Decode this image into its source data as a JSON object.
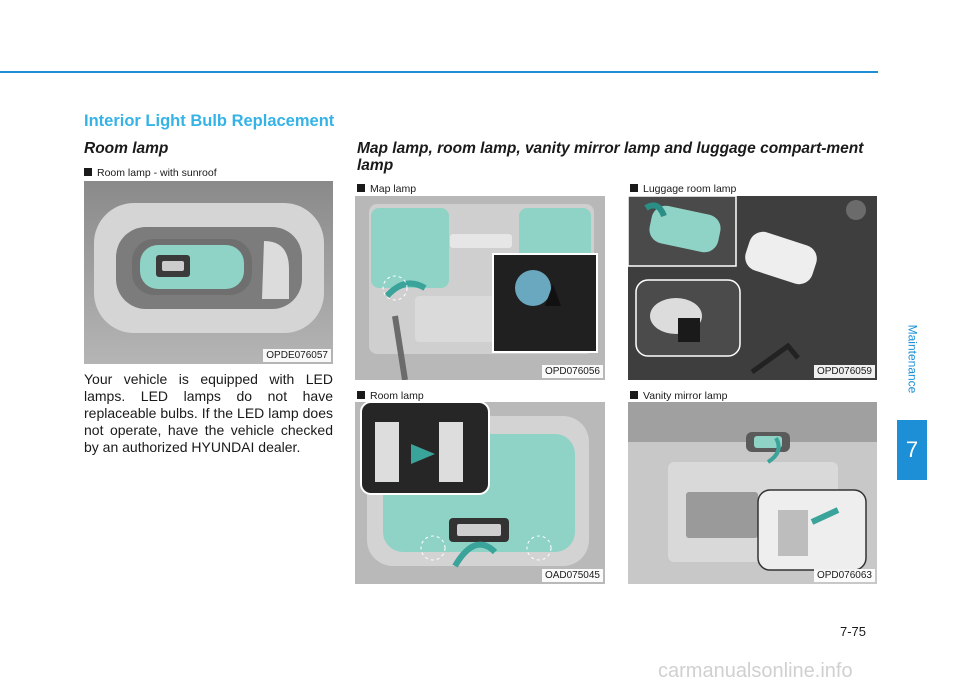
{
  "section_title": "Interior Light Bulb Replacement",
  "room_lamp": {
    "title": "Room lamp",
    "caption": "Room lamp - with sunroof",
    "image_code": "OPDE076057",
    "body": "Your vehicle is equipped with LED lamps. LED lamps do not have replaceable bulbs. If the LED lamp does not operate, have the vehicle checked by an authorized HYUNDAI dealer."
  },
  "map_section": {
    "title": "Map lamp, room lamp, vanity mirror lamp and luggage compart-ment lamp",
    "figures": [
      {
        "caption": "Map lamp",
        "code": "OPD076056"
      },
      {
        "caption": "Luggage room lamp",
        "code": "OPD076059"
      },
      {
        "caption": "Room lamp",
        "code": "OAD075045"
      },
      {
        "caption": "Vanity mirror lamp",
        "code": "OPD076063"
      }
    ]
  },
  "side_tab": "Maintenance",
  "chapter": "7",
  "page_number": "7-75",
  "watermark": "carmanualsonline.info",
  "colors": {
    "accent": "#1c8fd6",
    "title": "#35b3e6",
    "lens": "#8fd3c6"
  }
}
